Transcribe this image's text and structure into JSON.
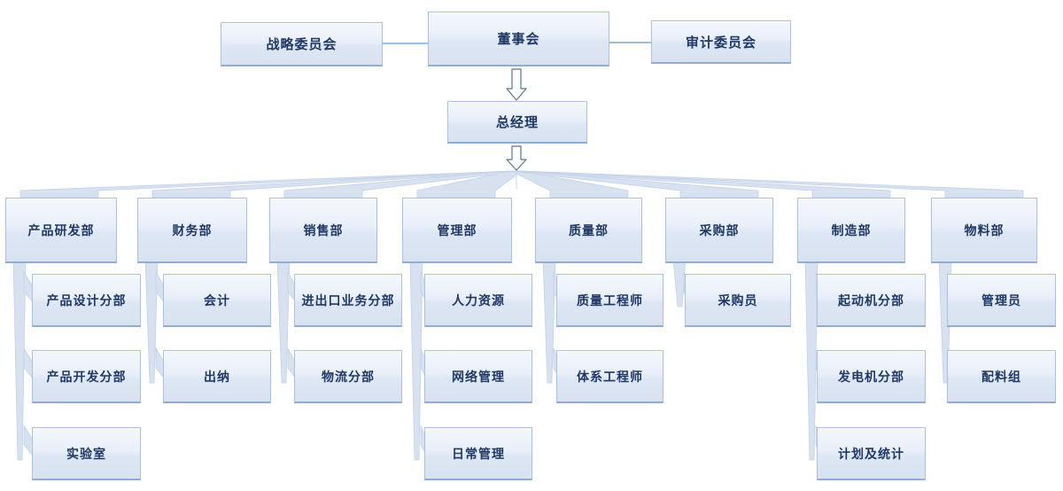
{
  "org": {
    "top": {
      "strategy_committee": "战略委员会",
      "board": "董事会",
      "audit_committee": "审计委员会",
      "general_manager": "总经理"
    },
    "departments": [
      {
        "name": "产品研发部",
        "children": [
          "产品设计分部",
          "产品开发分部",
          "实验室"
        ]
      },
      {
        "name": "财务部",
        "children": [
          "会计",
          "出纳"
        ]
      },
      {
        "name": "销售部",
        "children": [
          "进出口业务分部",
          "物流分部"
        ]
      },
      {
        "name": "管理部",
        "children": [
          "人力资源",
          "网络管理",
          "日常管理"
        ]
      },
      {
        "name": "质量部",
        "children": [
          "质量工程师",
          "体系工程师"
        ]
      },
      {
        "name": "采购部",
        "children": [
          "采购员"
        ]
      },
      {
        "name": "制造部",
        "children": [
          "起动机分部",
          "发电机分部",
          "计划及统计"
        ]
      },
      {
        "name": "物料部",
        "children": [
          "管理员",
          "配料组"
        ]
      }
    ],
    "colors": {
      "node_fill_top": "#f4f8fc",
      "node_fill_bottom": "#d8e2f0",
      "node_border": "#a9c0de",
      "connector_fill": "#d7e1f0",
      "connector_edge": "#c3d2e9",
      "line": "#7fa5d6",
      "arrow_outline": "#5a7496",
      "text": "#1F3864"
    }
  }
}
